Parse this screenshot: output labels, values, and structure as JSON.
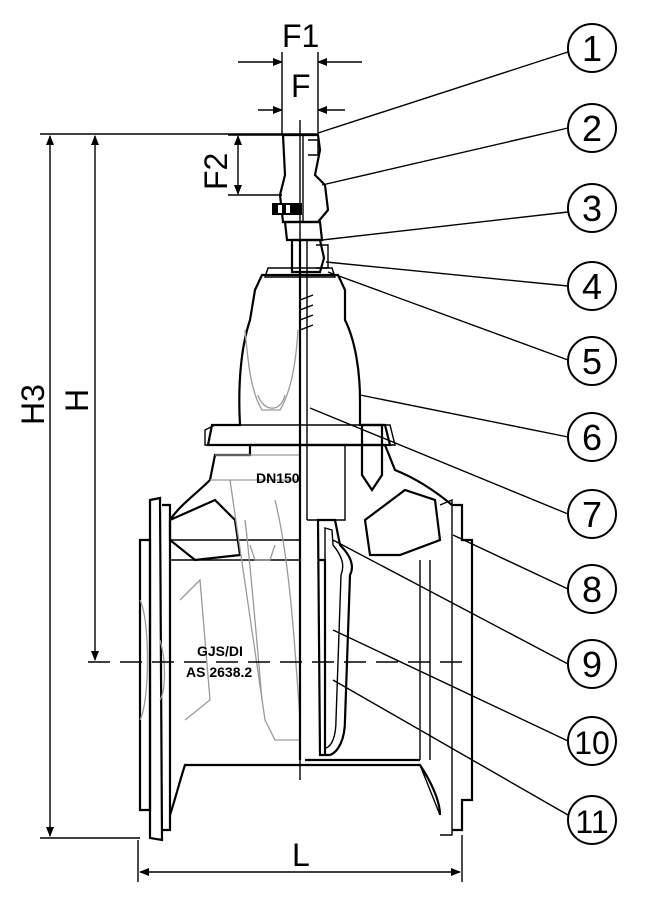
{
  "dimensions": {
    "f1": "F1",
    "f": "F",
    "f2": "F2",
    "h3": "H3",
    "h": "H",
    "l": "L"
  },
  "body_markings": {
    "size": "DN150",
    "material": "GJS/DI",
    "standard": "AS 2638.2"
  },
  "balloons": [
    "1",
    "2",
    "3",
    "4",
    "5",
    "6",
    "7",
    "8",
    "9",
    "10",
    "11"
  ]
}
